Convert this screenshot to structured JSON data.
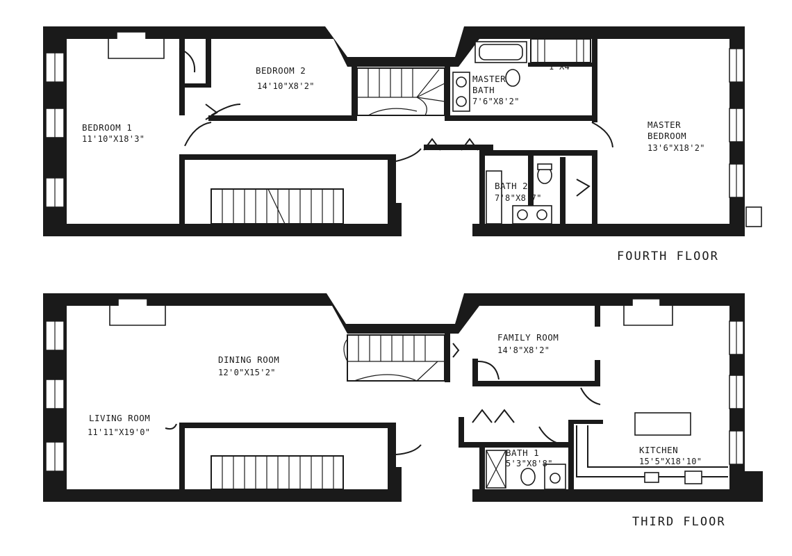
{
  "fourth_floor": {
    "label": "FOURTH FLOOR",
    "rooms": [
      {
        "id": "bedroom-1",
        "name": "BEDROOM 1",
        "dims": "11'10\"X18'3\""
      },
      {
        "id": "bedroom-2",
        "name": "BEDROOM 2",
        "dims": "14'10\"X8'2\""
      },
      {
        "id": "master-bath",
        "name_lines": [
          "MASTER",
          "BATH"
        ],
        "dims": "7'6\"X8'2\""
      },
      {
        "id": "closet",
        "name": "",
        "dims": "1'X4'"
      },
      {
        "id": "master-bedroom",
        "name_lines": [
          "MASTER",
          "BEDROOM"
        ],
        "dims": "13'6\"X18'2\""
      },
      {
        "id": "bath-2",
        "name": "BATH 2",
        "dims": "7'8\"X8'7\""
      }
    ]
  },
  "third_floor": {
    "label": "THIRD FLOOR",
    "rooms": [
      {
        "id": "living-room",
        "name": "LIVING ROOM",
        "dims": "11'11\"X19'0\""
      },
      {
        "id": "dining-room",
        "name": "DINING ROOM",
        "dims": "12'0\"X15'2\""
      },
      {
        "id": "family-room",
        "name": "FAMILY ROOM",
        "dims": "14'8\"X8'2\""
      },
      {
        "id": "bath-1",
        "name": "BATH 1",
        "dims": "5'3\"X8'8\""
      },
      {
        "id": "kitchen",
        "name": "KITCHEN",
        "dims": "15'5\"X18'10\""
      }
    ]
  }
}
